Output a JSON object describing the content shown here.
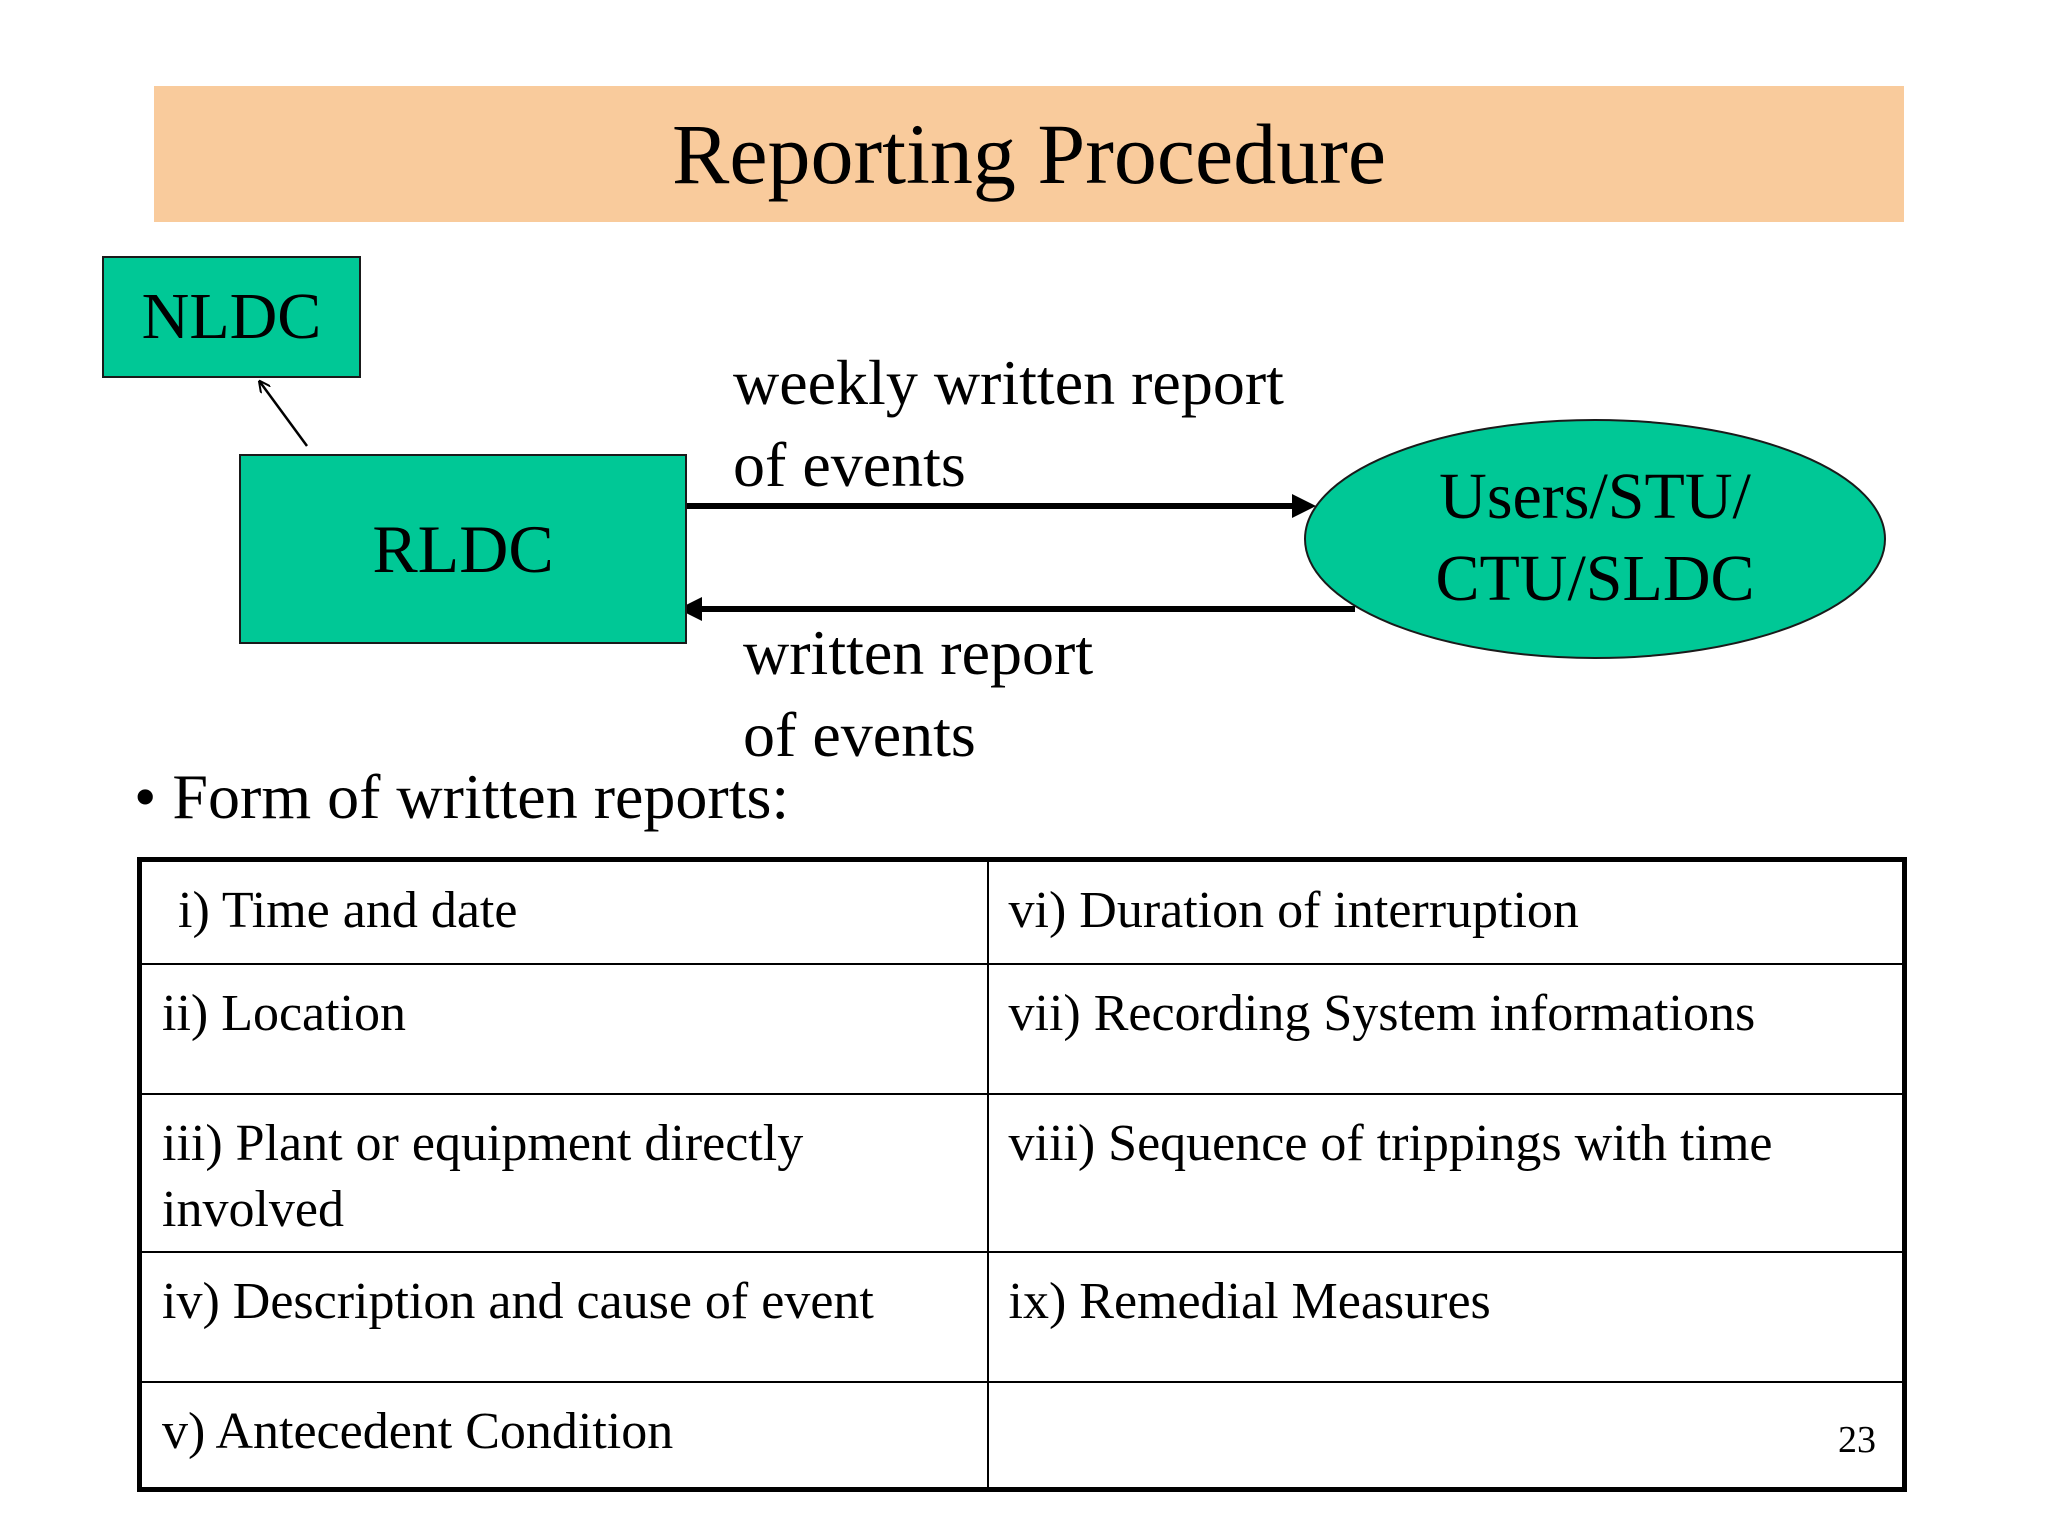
{
  "title": "Reporting Procedure",
  "nodes": {
    "nldc": "NLDC",
    "rldc": "RLDC",
    "users_line1": "Users/STU/",
    "users_line2": "CTU/SLDC"
  },
  "edges": {
    "to_users_line1": "weekly written report",
    "to_users_line2": "of events",
    "to_rldc_line1": "written report",
    "to_rldc_line2": "of events"
  },
  "bullet": {
    "symbol": "•",
    "text": "Form of written reports:"
  },
  "table": {
    "rows": [
      [
        "i) Time and date",
        "vi) Duration of interruption"
      ],
      [
        "ii) Location",
        "vii) Recording System informations"
      ],
      [
        "iii) Plant or equipment directly involved",
        "viii) Sequence of trippings with time"
      ],
      [
        "iv) Description and cause of event",
        "ix) Remedial Measures"
      ],
      [
        "v) Antecedent Condition",
        ""
      ]
    ]
  },
  "page_number": "23",
  "colors": {
    "title_band": "#f9cb9c",
    "node_fill": "#00c896"
  }
}
